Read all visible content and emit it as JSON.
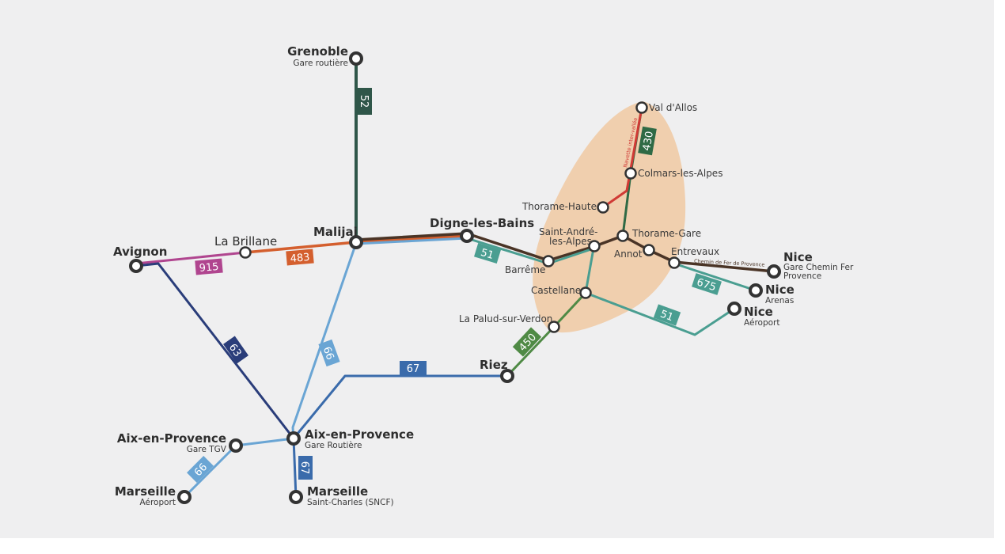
{
  "colors": {
    "background": "#efeff0",
    "zone": "#f0c9a2",
    "line_52": "#2f5649",
    "line_430": "#2f6a45",
    "line_463_483": "#d45f2e",
    "line_915": "#b0458f",
    "line_51": "#4a9e91",
    "line_675": "#4a9e91",
    "line_66": "#6aa5d4",
    "line_67": "#3a6bab",
    "line_63": "#2a3d7a",
    "line_450": "#4f8a45",
    "chemin_de_fer": "#4a3426",
    "navette": "#d03a35"
  },
  "stations": {
    "grenoble": {
      "name": "Grenoble",
      "sub": "Gare routière"
    },
    "avignon": {
      "name": "Avignon"
    },
    "la_brillane": {
      "name": "La Brillane"
    },
    "malijai": {
      "name": "Malijai"
    },
    "digne": {
      "name": "Digne-les-Bains"
    },
    "barreme": {
      "name": "Barrême"
    },
    "saint_andre_1": {
      "name": "Saint-André-"
    },
    "saint_andre_2": {
      "name": "les-Alpes"
    },
    "thorame_haute": {
      "name": "Thorame-Haute"
    },
    "val_d_allos": {
      "name": "Val d'Allos"
    },
    "colmars": {
      "name": "Colmars-les-Alpes"
    },
    "thorame_gare": {
      "name": "Thorame-Gare"
    },
    "annot": {
      "name": "Annot"
    },
    "entrevaux": {
      "name": "Entrevaux"
    },
    "castellane": {
      "name": "Castellane"
    },
    "la_palud": {
      "name": "La Palud-sur-Verdon"
    },
    "riez": {
      "name": "Riez"
    },
    "nice_gare": {
      "name": "Nice",
      "sub1": "Gare Chemin Fer",
      "sub2": "Provence"
    },
    "nice_arenas": {
      "name": "Nice",
      "sub": "Arenas"
    },
    "nice_aeroport": {
      "name": "Nice",
      "sub": "Aéroport"
    },
    "aix_routiere": {
      "name": "Aix-en-Provence",
      "sub": "Gare Routière"
    },
    "aix_tgv": {
      "name": "Aix-en-Provence",
      "sub": "Gare TGV"
    },
    "marseille_aeroport": {
      "name": "Marseille",
      "sub": "Aéroport"
    },
    "marseille_st_charles": {
      "name": "Marseille",
      "sub": "Saint-Charles (SNCF)"
    }
  },
  "lines": {
    "l52": "52",
    "l430": "430",
    "l915": "915",
    "l483": "483",
    "l51_a": "51",
    "l51_b": "51",
    "l675": "675",
    "l450": "450",
    "l67_a": "67",
    "l67_b": "67",
    "l66_a": "66",
    "l66_b": "66",
    "l63": "63"
  },
  "annotations": {
    "chemin_de_fer": "Chemin de Fer de Provence",
    "navette": "Navette inter-vallée"
  }
}
